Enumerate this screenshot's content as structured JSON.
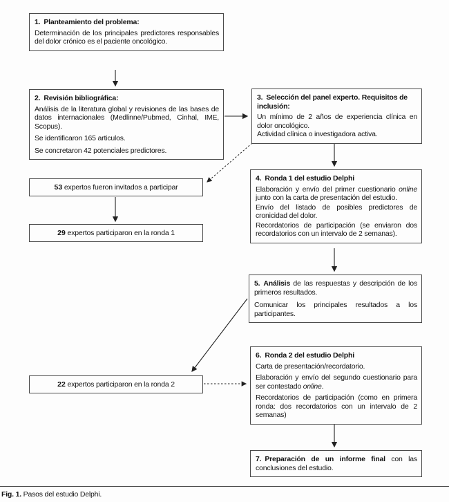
{
  "colors": {
    "border": "#4a4a4a",
    "arrow": "#222222",
    "text": "#141414",
    "background": "#fdfdfd"
  },
  "boxes": {
    "box1": {
      "num": "1.",
      "title": "Planteamiento del problema:",
      "p1": "Determinación de los principales predictores responsables del dolor crónico es el paciente oncológico."
    },
    "box2": {
      "num": "2.",
      "title": "Revisión bibliográfica:",
      "p1": "Análisis de la literatura global y revisiones de las bases de datos internacionales (Medlinne/Pubmed, Cinhal, IME, Scopus).",
      "p2": "Se identificaron 165 articulos.",
      "p3": "Se concretaron 42 potenciales predictores."
    },
    "box3": {
      "num": "3.",
      "title": "Selección del panel experto. Requisitos de inclusión:",
      "p1": "Un mínimo de 2 años de experiencia clínica en dolor oncológico.",
      "p2": "Actividad clínica o investigadora activa."
    },
    "box53": {
      "number": "53",
      "text": " expertos fueron invitados a participar"
    },
    "box29": {
      "number": "29",
      "text": " expertos participaron en la ronda 1"
    },
    "box4": {
      "num": "4.",
      "title": "Ronda 1 del estudio Delphi",
      "p1_pre": "Elaboración y envío del primer cuestionario ",
      "p1_italic": "online",
      "p1_post": " junto con la carta de presentación del estudio.",
      "p2": "Envío del listado de posibles predictores de cronicidad del dolor.",
      "p3": "Recordatorios de participación (se enviaron dos recordatorios con un intervalo de 2 semanas)."
    },
    "box5": {
      "num": "5.",
      "title_bold": "Análisis",
      "title_rest": " de las respuestas y descripción de los primeros resultados.",
      "p2": "Comunicar los principales resultados a los participantes."
    },
    "box22": {
      "number": "22",
      "text": " expertos participaron en la ronda 2"
    },
    "box6": {
      "num": "6.",
      "title": "Ronda 2 del estudio Delphi",
      "p1": "Carta de presentación/recordatorio.",
      "p2_pre": "Elaboración y envío del segundo cuestionario para ser contestado ",
      "p2_italic": "online",
      "p2_post": ".",
      "p3": "Recordatorios de participación (como en primera ronda: dos recordatorios con un intervalo de 2 semanas)"
    },
    "box7": {
      "num": "7.",
      "title_bold": "Preparación de un informe final",
      "title_rest": " con las conclusiones del estudio."
    }
  },
  "caption": {
    "label": "Fig. 1.",
    "text": " Pasos del estudio Delphi."
  }
}
